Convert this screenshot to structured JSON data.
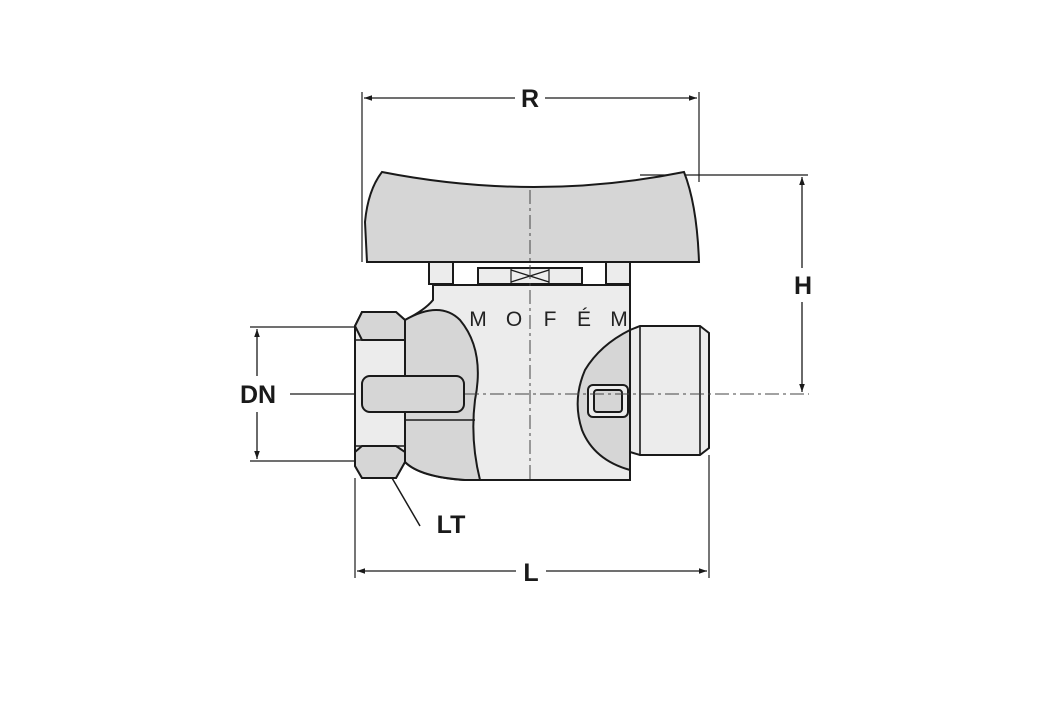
{
  "labels": {
    "R": "R",
    "H": "H",
    "DN": "DN",
    "LT": "LT",
    "L": "L"
  },
  "brand_text": [
    "M",
    "O",
    "F",
    "É",
    "M"
  ]
}
